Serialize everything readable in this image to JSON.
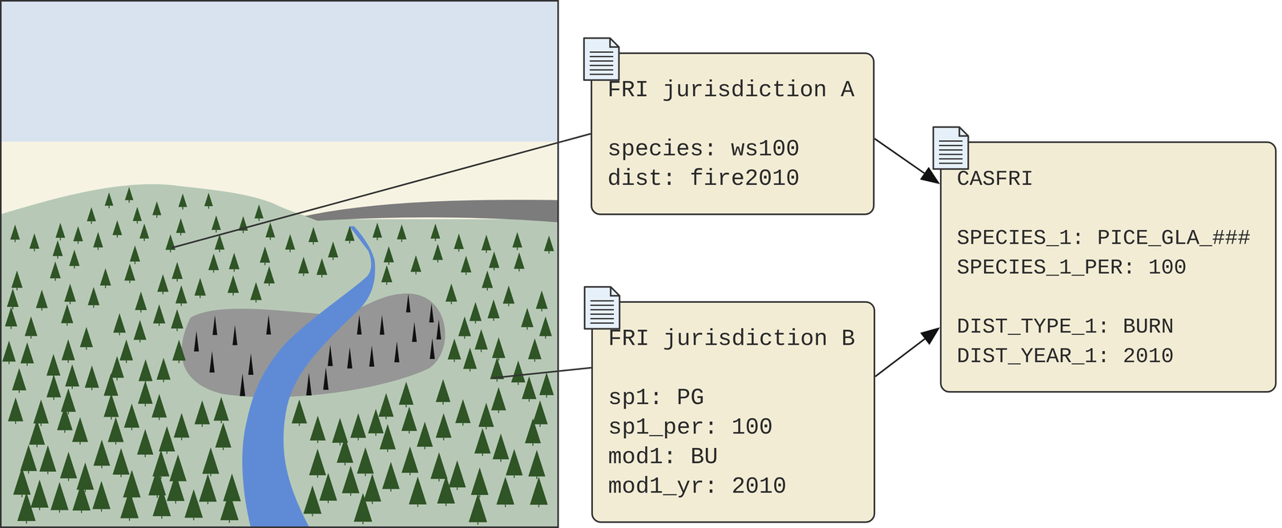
{
  "diagram": {
    "nodes": [
      {
        "text": [
          "FRI jurisdiction A",
          "species: ws100",
          "dist: fire2010"
        ]
      },
      {
        "text": [
          "FRI jurisdiction B",
          "sp1: PG",
          "sp1_per: 100",
          "mod1: BU",
          "mod1_yr: 2010"
        ]
      },
      {
        "text": [
          "CASFRI",
          "SPECIES_1: PICE_GLA_###",
          "SPECIES_1_PER: 100",
          "DIST_TYPE_1: BURN",
          "DIST_YEAR_1: 2010"
        ]
      }
    ],
    "edges": [
      {
        "from": 0,
        "to": 2,
        "arrow": "to"
      },
      {
        "from": 1,
        "to": 2,
        "arrow": "to"
      }
    ]
  }
}
